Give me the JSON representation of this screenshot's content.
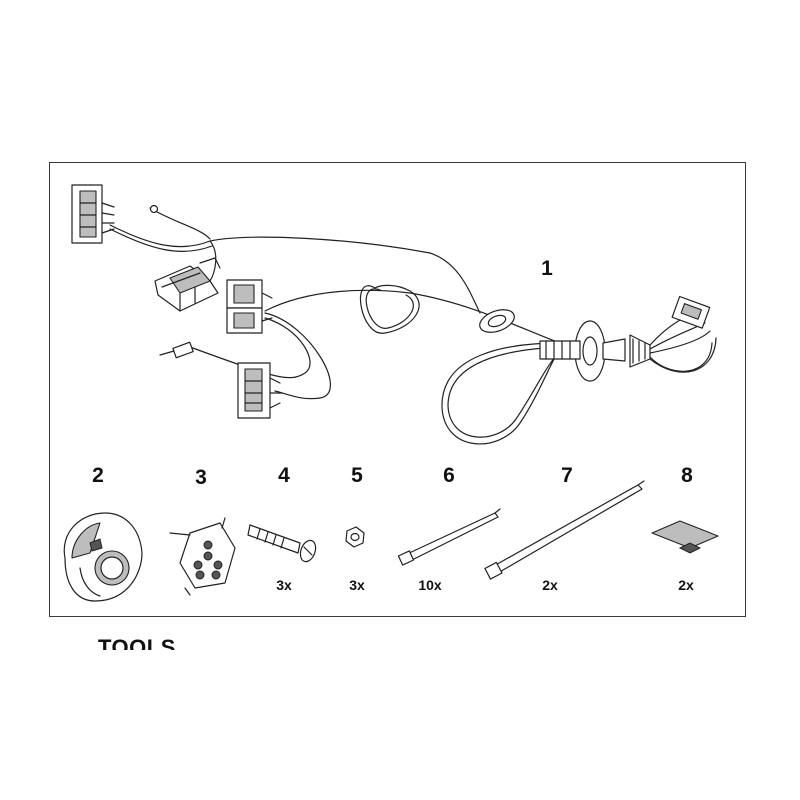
{
  "parts": [
    {
      "number": "1",
      "quantity": "",
      "icon": "wiring-harness-icon"
    },
    {
      "number": "2",
      "quantity": "",
      "icon": "trailer-socket-icon"
    },
    {
      "number": "3",
      "quantity": "",
      "icon": "socket-insert-icon"
    },
    {
      "number": "4",
      "quantity": "3x",
      "icon": "bolt-icon"
    },
    {
      "number": "5",
      "quantity": "3x",
      "icon": "nut-icon"
    },
    {
      "number": "6",
      "quantity": "10x",
      "icon": "cable-tie-icon"
    },
    {
      "number": "7",
      "quantity": "2x",
      "icon": "long-cable-tie-icon"
    },
    {
      "number": "8",
      "quantity": "2x",
      "icon": "adhesive-pad-icon"
    }
  ],
  "tools_heading": "TOOLS"
}
